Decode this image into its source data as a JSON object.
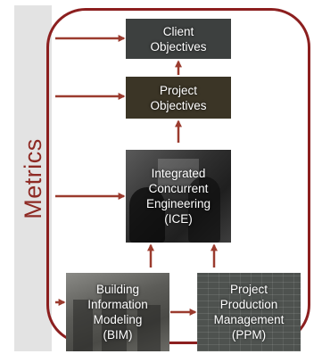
{
  "metrics": {
    "label": "Metrics"
  },
  "boxes": {
    "client_objectives": "Client\nObjectives",
    "project_objectives": "Project\nObjectives",
    "ice": "Integrated\nConcurrent\nEngineering\n(ICE)",
    "bim": "Building\nInformation\nModeling\n(BIM)",
    "ppm": "Project\nProduction\nManagement\n(PPM)"
  },
  "colors": {
    "accent": "#8c1f1f",
    "metrics_text": "#8e2a24",
    "metrics_band": "#e3e3e3",
    "arrow": "#9b3b2e"
  }
}
